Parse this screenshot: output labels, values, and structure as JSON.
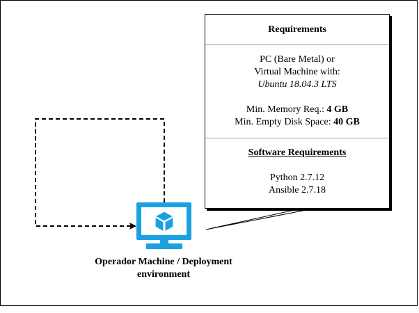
{
  "requirements": {
    "title": "Requirements",
    "hardware": {
      "line1": "PC (Bare Metal) or",
      "line2": "Virtual Machine with:",
      "os": "Ubuntu 18.04.3 LTS",
      "memory_label": "Min. Memory Req.: ",
      "memory_value": "4 GB",
      "disk_label": "Min. Empty Disk Space: ",
      "disk_value": "40 GB"
    },
    "software": {
      "title": "Software Requirements",
      "python": "Python 2.7.12",
      "ansible": "Ansible 2.7.18"
    }
  },
  "machine": {
    "caption_line1": "Operador Machine / Deployment",
    "caption_line2": "environment",
    "icon": "virtual-machine-monitor-icon",
    "icon_color": "#1ba1e2"
  }
}
